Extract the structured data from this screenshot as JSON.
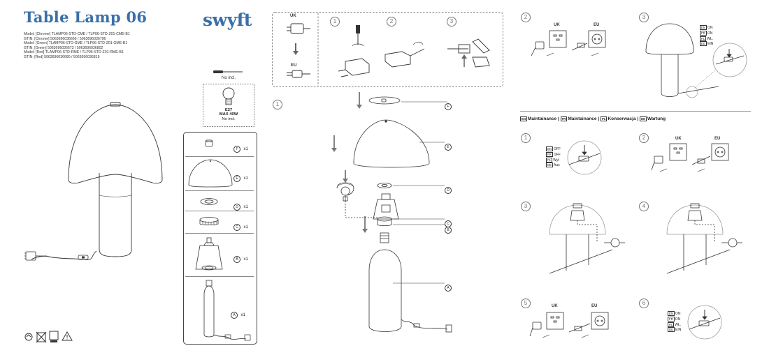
{
  "title": "Table Lamp 06",
  "brand": "swyft",
  "models": [
    "Model: [Chrome] TLAMP06-STD-CME / TLP06-STD-Z01-CME-B1",
    "GTIN: [Chrome] 5063696036666 / 5063696036796",
    "Model: [Green] TLAMP06-STD-GME / TLP06-STD-Z01-GME-B1",
    "GTIN: [Green] 5063696036673 / 5063696036802",
    "Model: [Red] TLAMP06-STD-RME / TLP06-STD-Z01-RME-B1",
    "GTIN: [Red] 5063696036680 / 5063696036819"
  ],
  "tools": {
    "screwdriver_note": "No incl.",
    "bulb_type": "E27",
    "bulb_max": "MAX 40W",
    "bulb_note": "No incl."
  },
  "parts": [
    {
      "letter": "F",
      "qty": "x1"
    },
    {
      "letter": "E",
      "qty": "x1"
    },
    {
      "letter": "D",
      "qty": "x1"
    },
    {
      "letter": "C",
      "qty": "x1"
    },
    {
      "letter": "B",
      "qty": "x1"
    },
    {
      "letter": "A",
      "qty": "x1"
    }
  ],
  "plug_box": {
    "uk": "UK",
    "eu": "EU",
    "steps": [
      "1",
      "2",
      "3"
    ]
  },
  "assembly": {
    "step": "1",
    "labels": [
      "F",
      "E",
      "D",
      "C",
      "B",
      "A"
    ]
  },
  "right_top": {
    "step2": "2",
    "step3": "3",
    "uk": "UK",
    "eu": "EU",
    "switch_langs": [
      {
        "code": "EN",
        "text": "ON"
      },
      {
        "code": "FR",
        "text": "ON"
      },
      {
        "code": "PL",
        "text": "WŁ."
      },
      {
        "code": "DE",
        "text": "EIN"
      }
    ]
  },
  "maintenance": {
    "heading": [
      {
        "code": "EN",
        "text": "Maintainance"
      },
      {
        "code": "FR",
        "text": "Maintainance"
      },
      {
        "code": "PL",
        "text": "Konserwacja"
      },
      {
        "code": "DE",
        "text": "Wartung"
      }
    ],
    "steps": [
      "1",
      "2",
      "3",
      "4",
      "5",
      "6"
    ],
    "off_langs": [
      {
        "code": "EN",
        "text": "OFF"
      },
      {
        "code": "FR",
        "text": "OFF"
      },
      {
        "code": "PL",
        "text": "Wył"
      },
      {
        "code": "DE",
        "text": "Aus"
      }
    ],
    "on_langs": [
      {
        "code": "EN",
        "text": "ON"
      },
      {
        "code": "FR",
        "text": "ON"
      },
      {
        "code": "PL",
        "text": "WŁ."
      },
      {
        "code": "DE",
        "text": "EIN"
      }
    ],
    "uk": "UK",
    "eu": "EU"
  }
}
